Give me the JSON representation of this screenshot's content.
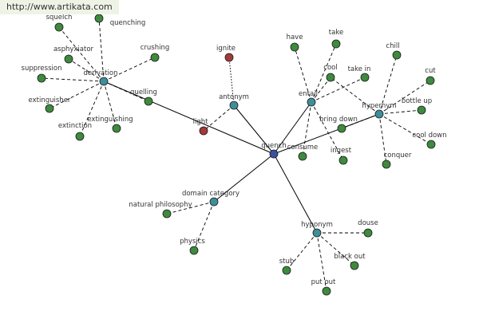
{
  "source": "http://www.artikata.com",
  "colors": {
    "center": "#3b4fa0",
    "relation": "#3d8f99",
    "word": "#3e8a3e",
    "antonym_word": "#a33a3a"
  },
  "nodes": [
    {
      "id": "quench",
      "label": "quench",
      "kind": "center"
    },
    {
      "id": "derivation",
      "label": "derivation",
      "kind": "relation"
    },
    {
      "id": "antonym",
      "label": "antonym",
      "kind": "relation"
    },
    {
      "id": "entail",
      "label": "entail",
      "kind": "relation"
    },
    {
      "id": "hypernym",
      "label": "hypernym",
      "kind": "relation"
    },
    {
      "id": "hyponym",
      "label": "hyponym",
      "kind": "relation"
    },
    {
      "id": "domain-category",
      "label": "domain category",
      "kind": "relation"
    },
    {
      "id": "squelch",
      "label": "squelch",
      "kind": "word"
    },
    {
      "id": "quenching",
      "label": "quenching",
      "kind": "word"
    },
    {
      "id": "asphyxiator",
      "label": "asphyxiator",
      "kind": "word"
    },
    {
      "id": "crushing",
      "label": "crushing",
      "kind": "word"
    },
    {
      "id": "suppression",
      "label": "suppression",
      "kind": "word"
    },
    {
      "id": "quelling",
      "label": "quelling",
      "kind": "word"
    },
    {
      "id": "extinguisher",
      "label": "extinguisher",
      "kind": "word"
    },
    {
      "id": "extinguishing",
      "label": "extinguishing",
      "kind": "word"
    },
    {
      "id": "extinction",
      "label": "extinction",
      "kind": "word"
    },
    {
      "id": "ignite",
      "label": "ignite",
      "kind": "antonym_word"
    },
    {
      "id": "light",
      "label": "light",
      "kind": "antonym_word"
    },
    {
      "id": "have",
      "label": "have",
      "kind": "word"
    },
    {
      "id": "take",
      "label": "take",
      "kind": "word"
    },
    {
      "id": "cool",
      "label": "cool",
      "kind": "word"
    },
    {
      "id": "take-in",
      "label": "take in",
      "kind": "word"
    },
    {
      "id": "consume",
      "label": "consume",
      "kind": "word"
    },
    {
      "id": "ingest",
      "label": "ingest",
      "kind": "word"
    },
    {
      "id": "chill",
      "label": "chill",
      "kind": "word"
    },
    {
      "id": "cut",
      "label": "cut",
      "kind": "word"
    },
    {
      "id": "bottle-up",
      "label": "bottle up",
      "kind": "word"
    },
    {
      "id": "cool-down",
      "label": "cool down",
      "kind": "word"
    },
    {
      "id": "conquer",
      "label": "conquer",
      "kind": "word"
    },
    {
      "id": "bring-down",
      "label": "bring down",
      "kind": "word"
    },
    {
      "id": "natural-philosophy",
      "label": "natural philosophy",
      "kind": "word"
    },
    {
      "id": "physics",
      "label": "physics",
      "kind": "word"
    },
    {
      "id": "douse",
      "label": "douse",
      "kind": "word"
    },
    {
      "id": "stub",
      "label": "stub",
      "kind": "word"
    },
    {
      "id": "black-out",
      "label": "black out",
      "kind": "word"
    },
    {
      "id": "put-out",
      "label": "put out",
      "kind": "word"
    }
  ],
  "edges": [
    {
      "from": "quench",
      "to": "antonym",
      "style": "solid"
    },
    {
      "from": "quench",
      "to": "entail",
      "style": "solid"
    },
    {
      "from": "quench",
      "to": "hypernym",
      "style": "solid"
    },
    {
      "from": "quench",
      "to": "hyponym",
      "style": "solid"
    },
    {
      "from": "quench",
      "to": "domain-category",
      "style": "solid"
    },
    {
      "from": "quench",
      "to": "derivation",
      "style": "solid"
    },
    {
      "from": "derivation",
      "to": "squelch",
      "style": "dashed"
    },
    {
      "from": "derivation",
      "to": "quenching",
      "style": "dashed"
    },
    {
      "from": "derivation",
      "to": "asphyxiator",
      "style": "dashed"
    },
    {
      "from": "derivation",
      "to": "crushing",
      "style": "dashed"
    },
    {
      "from": "derivation",
      "to": "suppression",
      "style": "dashed"
    },
    {
      "from": "derivation",
      "to": "quelling",
      "style": "dashed"
    },
    {
      "from": "derivation",
      "to": "extinguisher",
      "style": "dashed"
    },
    {
      "from": "derivation",
      "to": "extinguishing",
      "style": "dashed"
    },
    {
      "from": "derivation",
      "to": "extinction",
      "style": "dashed"
    },
    {
      "from": "antonym",
      "to": "ignite",
      "style": "dotted"
    },
    {
      "from": "antonym",
      "to": "light",
      "style": "dashed"
    },
    {
      "from": "entail",
      "to": "have",
      "style": "dashed"
    },
    {
      "from": "entail",
      "to": "take",
      "style": "dashed"
    },
    {
      "from": "entail",
      "to": "cool",
      "style": "dashed"
    },
    {
      "from": "entail",
      "to": "take-in",
      "style": "dashed"
    },
    {
      "from": "entail",
      "to": "consume",
      "style": "dashed"
    },
    {
      "from": "entail",
      "to": "ingest",
      "style": "dashed"
    },
    {
      "from": "hypernym",
      "to": "chill",
      "style": "dashed"
    },
    {
      "from": "hypernym",
      "to": "cut",
      "style": "dashed"
    },
    {
      "from": "hypernym",
      "to": "bottle-up",
      "style": "dashed"
    },
    {
      "from": "hypernym",
      "to": "cool-down",
      "style": "dashed"
    },
    {
      "from": "hypernym",
      "to": "conquer",
      "style": "dashed"
    },
    {
      "from": "hypernym",
      "to": "bring-down",
      "style": "dashed"
    },
    {
      "from": "hypernym",
      "to": "cool",
      "style": "dashed"
    },
    {
      "from": "domain-category",
      "to": "natural-philosophy",
      "style": "dashed"
    },
    {
      "from": "domain-category",
      "to": "physics",
      "style": "dashed"
    },
    {
      "from": "hyponym",
      "to": "douse",
      "style": "dashed"
    },
    {
      "from": "hyponym",
      "to": "stub",
      "style": "dashed"
    },
    {
      "from": "hyponym",
      "to": "black-out",
      "style": "dashed"
    },
    {
      "from": "hyponym",
      "to": "put-out",
      "style": "dashed"
    }
  ]
}
